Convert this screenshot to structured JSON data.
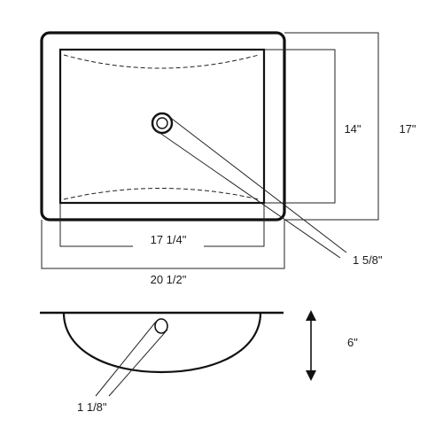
{
  "top_view": {
    "inner_height_label": "14\"",
    "outer_height_label": "17\"",
    "inner_width_label": "17 1/4\"",
    "outer_width_label": "20 1/2\"",
    "drain_diameter_label": "1 5/8\""
  },
  "side_view": {
    "depth_label": "6\"",
    "overflow_diameter_label": "1 1/8\""
  }
}
